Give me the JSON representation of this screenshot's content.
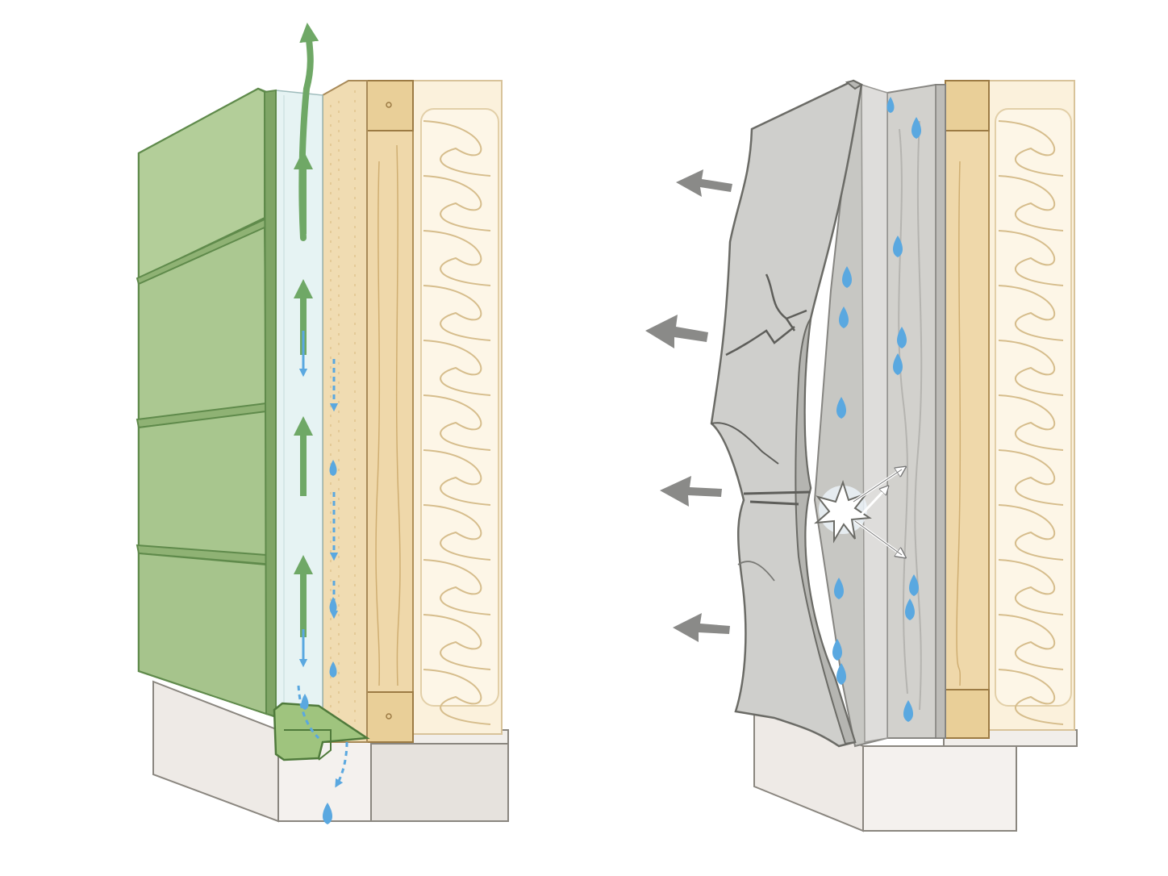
{
  "colors": {
    "background": "#ffffff",
    "siding_green": "#a9c78f",
    "siding_green_dark": "#6f9a5c",
    "airflow_green": "#6fa866",
    "water_blue": "#5aa8e0",
    "gap_glass": "#e6f3f3",
    "wood_light": "#f6e6c4",
    "wood_stud": "#efd8aa",
    "wood_end": "#e9cf98",
    "insulation": "#fbf1dc",
    "foundation": "#eeeae6",
    "stucco": "#cfcfcc",
    "stucco_dark": "#9d9d99",
    "sheathing_wet": "#d2d1cd",
    "force_arrow": "#8a8a88",
    "outline": "#6b6b66"
  },
  "panels": [
    {
      "id": "ventilated-rainscreen-wall",
      "ventilated_gap": true,
      "drainage": true
    },
    {
      "id": "failed-stucco-wall",
      "ventilated_gap": false,
      "trapped_moisture": true
    }
  ],
  "icons": [
    "airflow-up-arrow",
    "water-drip-arrow",
    "water-droplet",
    "outward-force-arrow",
    "burst-icon"
  ]
}
